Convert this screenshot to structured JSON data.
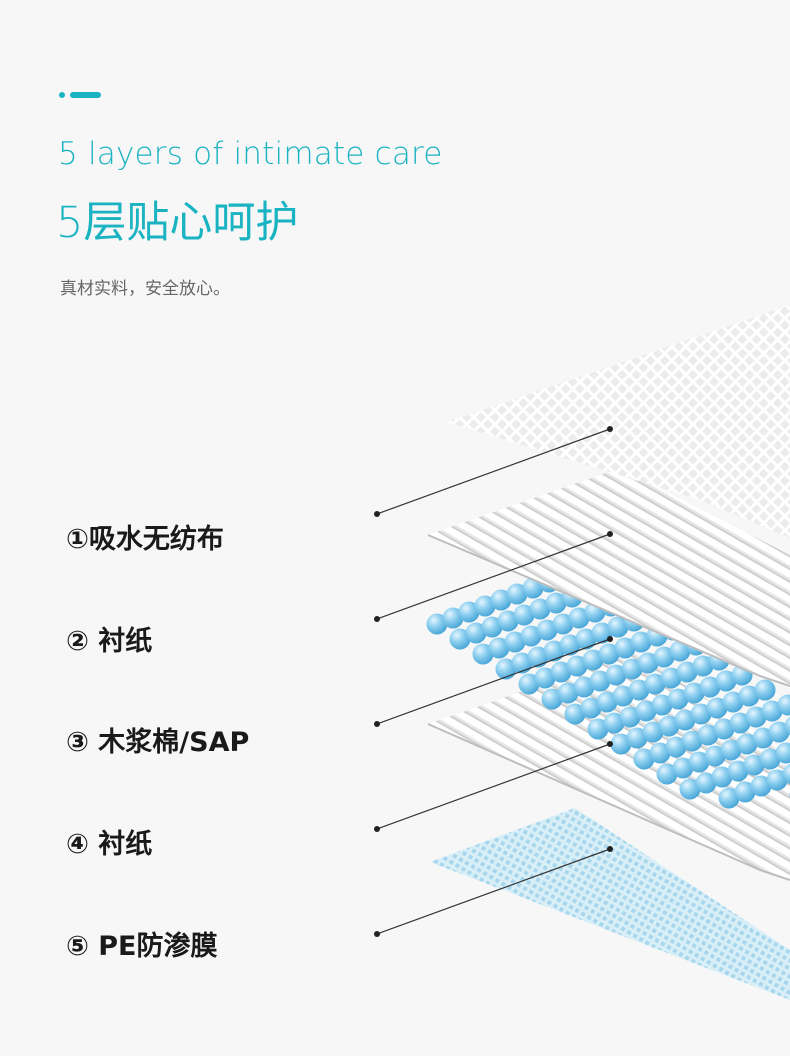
{
  "colors": {
    "accent": "#1ab3c2",
    "text_dark": "#1a1a1a",
    "text_gray": "#666666",
    "sap_blue": "#74c2ea",
    "pe_blue": "#b4dff1"
  },
  "header": {
    "title_en": "5 layers of intimate care",
    "title_zh": "5层贴心呵护",
    "subtitle": "真材实料，安全放心。"
  },
  "layers": [
    {
      "label": "①吸水无纺布"
    },
    {
      "label": "② 衬纸"
    },
    {
      "label": "③ 木浆棉/SAP"
    },
    {
      "label": "④ 衬纸"
    },
    {
      "label": "⑤ PE防渗膜"
    }
  ]
}
